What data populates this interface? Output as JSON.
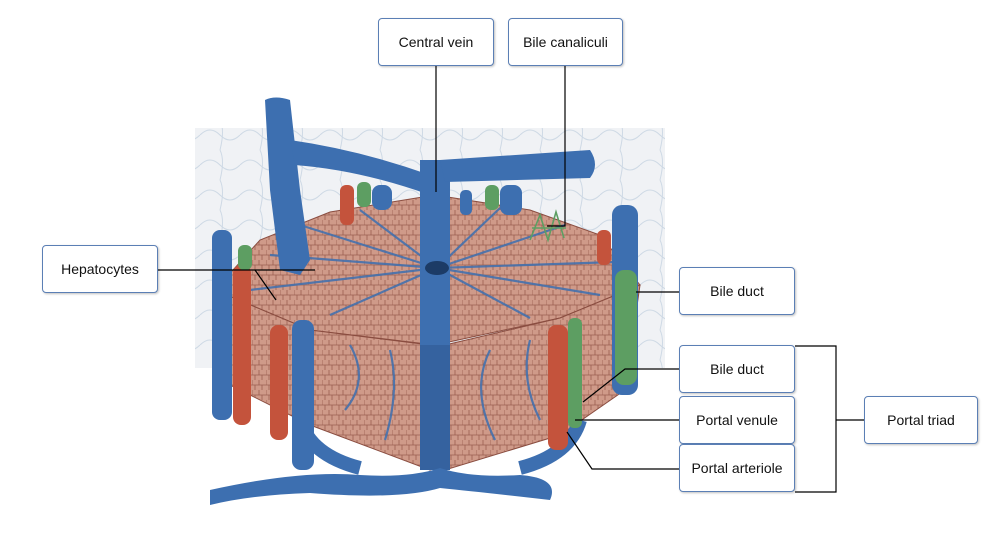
{
  "labels": {
    "central_vein": "Central vein",
    "bile_canaliculi": "Bile canaliculi",
    "hepatocytes": "Hepatocytes",
    "bile_duct_upper": "Bile duct",
    "bile_duct_lower": "Bile duct",
    "portal_venule": "Portal venule",
    "portal_arteriole": "Portal arteriole",
    "portal_triad": "Portal triad"
  },
  "colors": {
    "vein": "#3d6fb0",
    "vein_dark": "#27508a",
    "artery": "#c4533c",
    "bile_duct": "#5d9e62",
    "tissue": "#c98f7f",
    "tissue_background": "#e9eef3",
    "label_border": "#5b7fb5"
  }
}
